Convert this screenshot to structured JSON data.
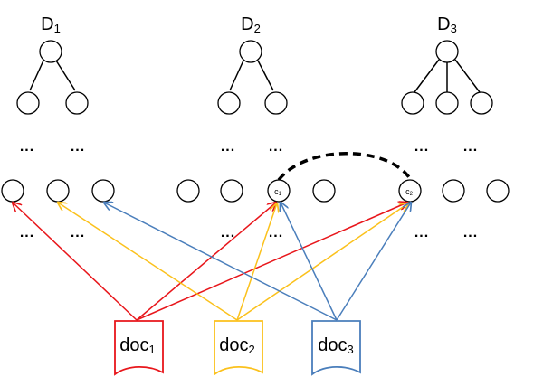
{
  "trees": [
    {
      "id": "D1",
      "letter": "D",
      "sub": "1"
    },
    {
      "id": "D2",
      "letter": "D",
      "sub": "2"
    },
    {
      "id": "D3",
      "letter": "D",
      "sub": "3"
    }
  ],
  "ellipsis": "...",
  "concepts": [
    {
      "id": "c1",
      "letter": "c",
      "sub": "1"
    },
    {
      "id": "c2",
      "letter": "c",
      "sub": "2"
    }
  ],
  "documents": [
    {
      "id": "doc1",
      "letter": "doc",
      "sub": "1",
      "color": "#e8161b"
    },
    {
      "id": "doc2",
      "letter": "doc",
      "sub": "2",
      "color": "#fbc11c"
    },
    {
      "id": "doc3",
      "letter": "doc",
      "sub": "3",
      "color": "#4a7ebb"
    }
  ],
  "colors": {
    "node_stroke": "#000000",
    "relation_link": "#000000"
  }
}
